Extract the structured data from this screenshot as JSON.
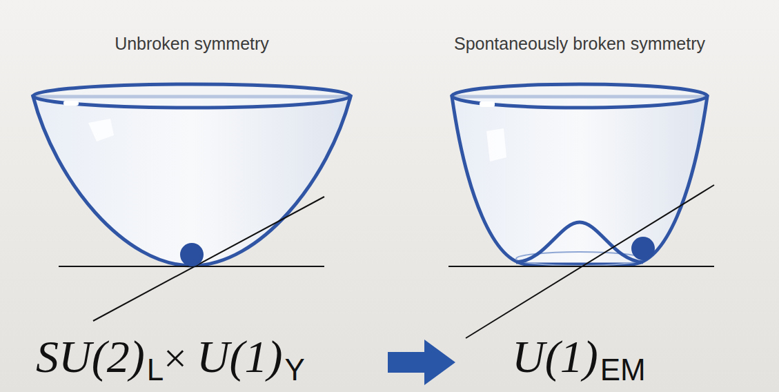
{
  "diagram": {
    "labels": [
      "Unbroken symmetry",
      "Spontaneously broken symmetry",
      "SU(2)",
      "L",
      "×",
      "U(1)",
      "Y",
      "U(1)",
      "EM"
    ]
  }
}
